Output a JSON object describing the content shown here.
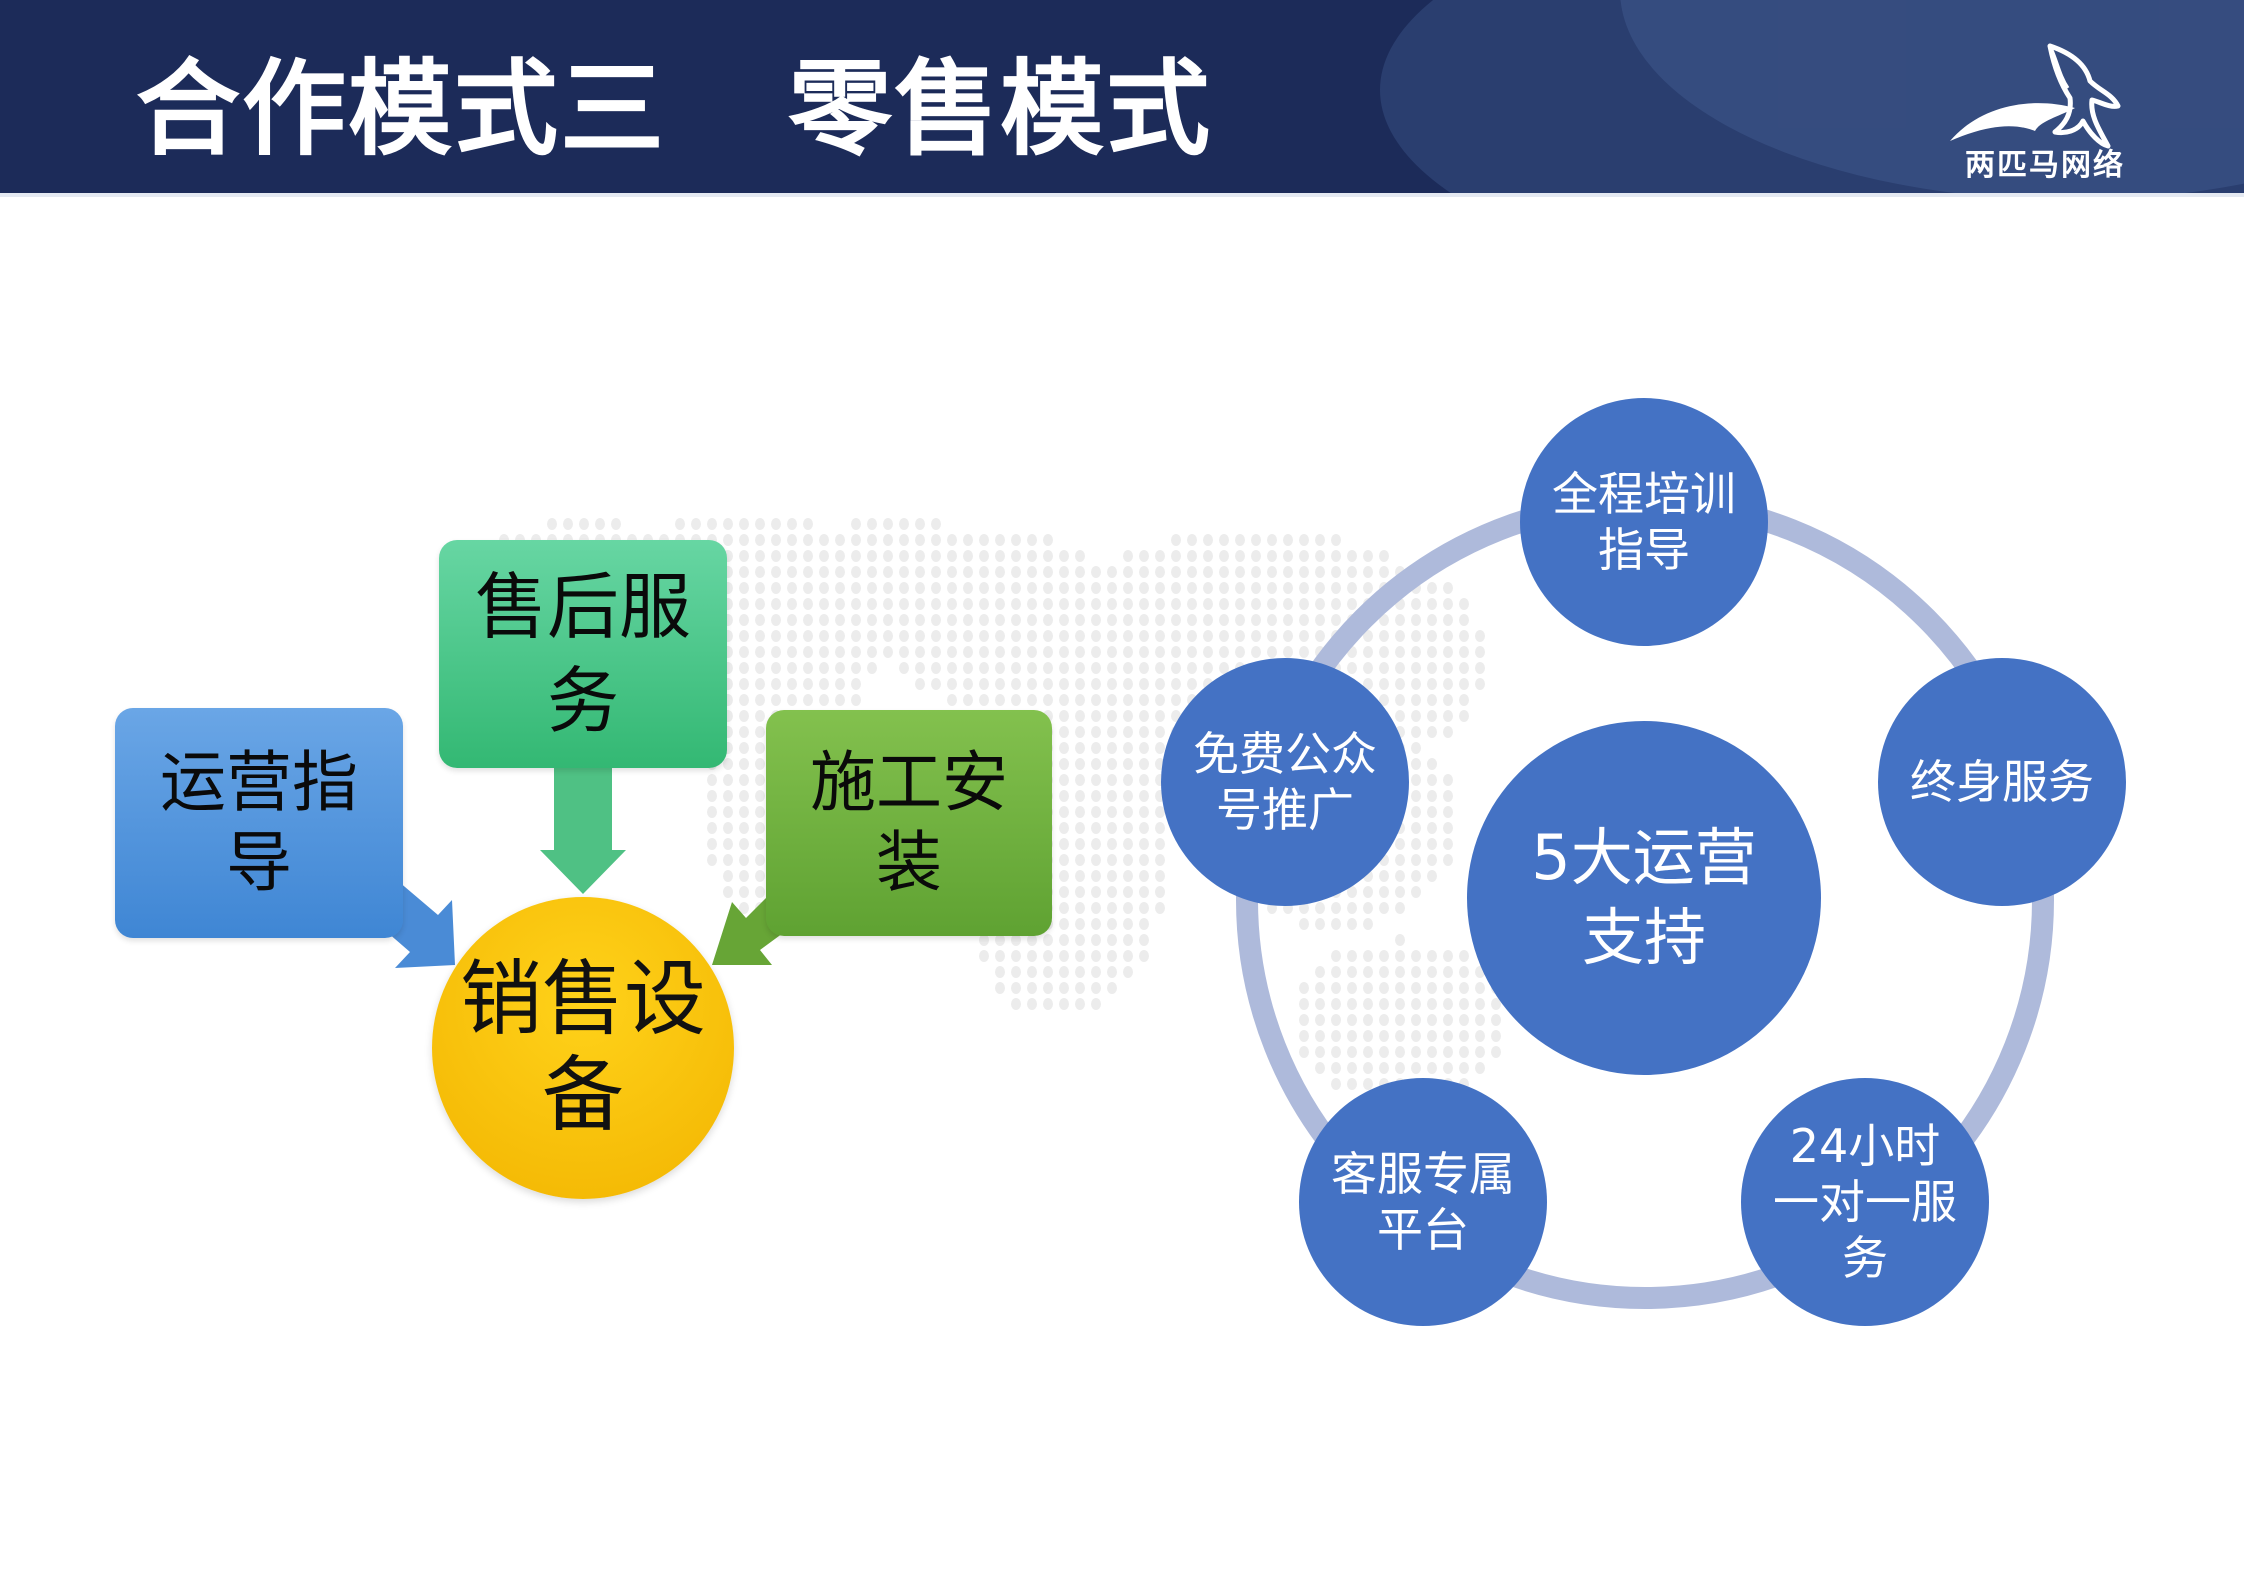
{
  "header": {
    "title_left": "合作模式三",
    "title_right": "零售模式",
    "logo_text": "两匹马网络",
    "background_color": "#1c2b59"
  },
  "flow": {
    "left_box": "运营指导",
    "top_box": "售后服务",
    "right_box": "施工安装",
    "center": "销售设备",
    "colors": {
      "left_box": "#4f95dd",
      "top_box": "#45c486",
      "right_box": "#70b13f",
      "center": "#f7c300"
    }
  },
  "cycle": {
    "center": "5大运营支持",
    "nodes": [
      "全程培训指导",
      "终身服务",
      "24小时一对一服务",
      "客服专属平台",
      "免费公众号推广"
    ],
    "node_color": "#4472c4",
    "ring_color": "#aebadb"
  }
}
